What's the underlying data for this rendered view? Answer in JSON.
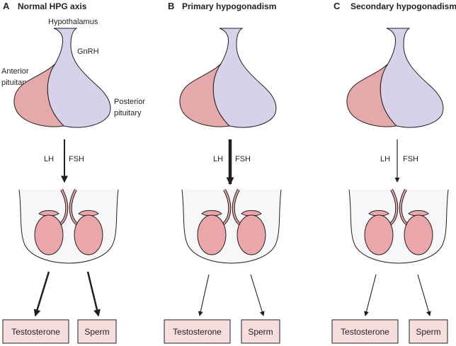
{
  "colors": {
    "anterior": "#e6a9a9",
    "anterior_dark": "#d98e8e",
    "posterior": "#d7d1ea",
    "posterior_dark": "#c3bbdf",
    "testis": "#eaa6a8",
    "scrotum": "#f6f7f9",
    "box_fill": "#f7dede",
    "stroke": "#231f20"
  },
  "panels": [
    {
      "letter": "A",
      "title": "Normal HPG axis",
      "labels": {
        "hypothalamus": "Hypothalamus",
        "gnrh": "GnRH",
        "anterior_1": "Anterior",
        "anterior_2": "pituitary",
        "posterior_1": "Posterior",
        "posterior_2": "pituitary",
        "lh": "LH",
        "fsh": "FSH"
      },
      "hormone_signal": "normal",
      "outputs": [
        {
          "label": "Testosterone",
          "level": "normal"
        },
        {
          "label": "Sperm",
          "level": "normal"
        }
      ]
    },
    {
      "letter": "B",
      "title": "Primary hypogonadism",
      "labels": {
        "lh": "LH",
        "fsh": "FSH"
      },
      "hormone_signal": "high",
      "outputs": [
        {
          "label": "Testosterone",
          "level": "low"
        },
        {
          "label": "Sperm",
          "level": "low"
        }
      ]
    },
    {
      "letter": "C",
      "title": "Secondary hypogonadism",
      "labels": {
        "lh": "LH",
        "fsh": "FSH"
      },
      "hormone_signal": "low",
      "outputs": [
        {
          "label": "Testosterone",
          "level": "low"
        },
        {
          "label": "Sperm",
          "level": "low"
        }
      ]
    }
  ]
}
